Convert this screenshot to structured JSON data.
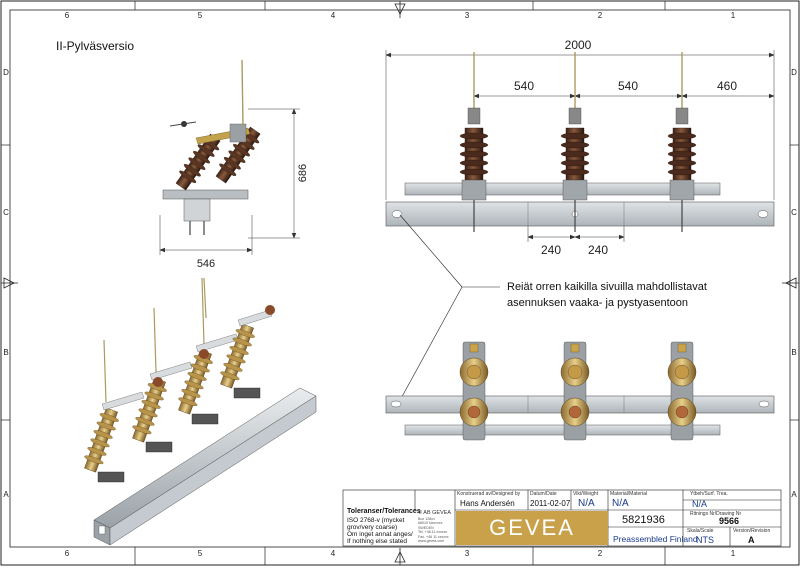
{
  "sheet": {
    "top_zone_numbers": [
      "6",
      "5",
      "4",
      "3",
      "2",
      "1"
    ],
    "bottom_zone_numbers": [
      "6",
      "5",
      "4",
      "3",
      "2",
      "1"
    ],
    "side_zone_letters": [
      "D",
      "C",
      "B",
      "A"
    ]
  },
  "drawing": {
    "title": "II-Pylväsversio",
    "dimensions": {
      "overall_width": "2000",
      "spacing_a": "540",
      "spacing_b": "540",
      "end_distance": "460",
      "hole_left": "240",
      "hole_right": "240",
      "side_height": "686",
      "side_width": "546"
    },
    "note_line1": "Reiät orren kaikilla sivuilla mahdollistavat",
    "note_line2": "asennuksen vaaka- ja pystyasentoon"
  },
  "title_block": {
    "tolerances_label": "Toleranser/Tolerances",
    "tolerances_lines": [
      "ISO 2768-v (mycket",
      "grov/very coarse)",
      "Om inget annat anges/",
      "If nothing else stated"
    ],
    "company_small": "© AB GEVEA",
    "company_address": "Box 128xx\n68010 Nxxxxxx\nSWEDEN\nTel. +46 11 xxxxxx\nFax. +46 11 xxxxxx\nwww.gevea.com",
    "logo_text": "GEVEA",
    "designed_by_label": "Konstruerad av/Designed by",
    "designed_by": "Hans Andersén",
    "date_label": "Datum/Date",
    "date": "2011-02-07",
    "weight_label": "Vikt/Weight",
    "weight": "N/A",
    "material_label": "Material/Material",
    "material": "N/A",
    "finish_label": "Ytbeh/Surf. Trea.",
    "finish": "N/A",
    "drawing_no_label": "Ritnings Nr/Drawing Nr",
    "drawing_no": "9566",
    "article_no": "5821936",
    "description": "Preassembled Finland",
    "scale_label": "Skala/Scale",
    "scale": "NTS",
    "revision_label": "Version/Revision",
    "revision": "A"
  }
}
